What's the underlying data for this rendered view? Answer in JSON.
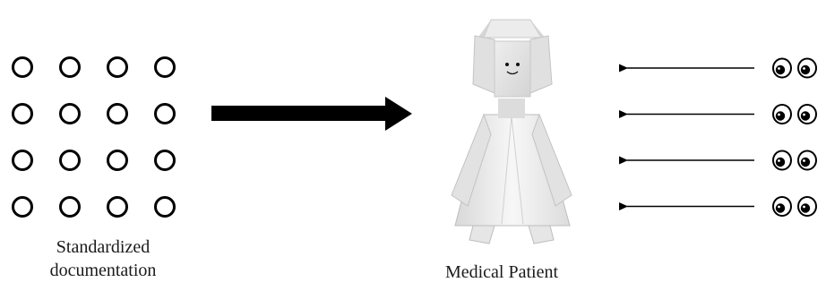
{
  "left_block": {
    "label_line1": "Standardized",
    "label_line2": "documentation",
    "dot_grid": {
      "rows": 4,
      "cols": 4
    }
  },
  "center_block": {
    "label": "Medical Patient",
    "figure": "origami-doll-figure"
  },
  "observers": {
    "count": 4,
    "icon": "eyes-icon"
  },
  "colors": {
    "ink": "#000000",
    "paper": "#f2f2f2",
    "paper_shadow": "#cfcfcf"
  }
}
